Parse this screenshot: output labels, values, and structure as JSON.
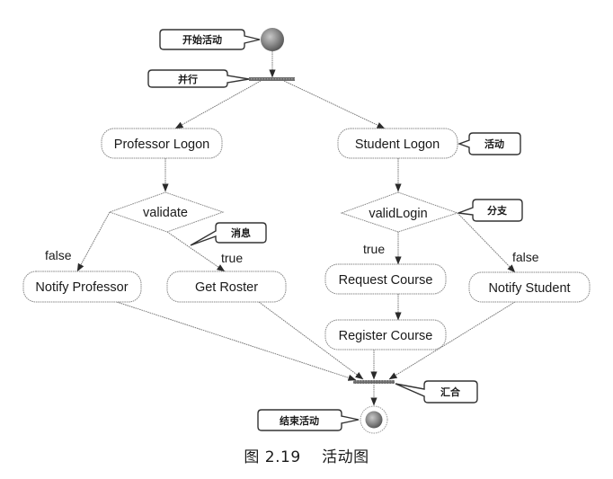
{
  "diagram": {
    "type": "UML activity diagram",
    "nodes": {
      "professor_logon": "Professor Logon",
      "student_logon": "Student Logon",
      "validate": "validate",
      "valid_login": "validLogin",
      "notify_professor": "Notify Professor",
      "get_roster": "Get Roster",
      "request_course": "Request Course",
      "register_course": "Register Course",
      "notify_student": "Notify Student"
    },
    "edge_labels": {
      "validate_false": "false",
      "validate_true": "true",
      "valid_login_true": "true",
      "valid_login_false": "false"
    },
    "callouts": {
      "start": "开始活动",
      "fork": "并行",
      "activity": "活动",
      "message": "消息",
      "branch": "分支",
      "join": "汇合",
      "end": "结束活动"
    },
    "edges": [
      {
        "from": "start",
        "to": "fork"
      },
      {
        "from": "fork",
        "to": "Professor Logon"
      },
      {
        "from": "fork",
        "to": "Student Logon"
      },
      {
        "from": "Professor Logon",
        "to": "validate"
      },
      {
        "from": "validate",
        "to": "Notify Professor",
        "label": "false"
      },
      {
        "from": "validate",
        "to": "Get Roster",
        "label": "true"
      },
      {
        "from": "Student Logon",
        "to": "validLogin"
      },
      {
        "from": "validLogin",
        "to": "Request Course",
        "label": "true"
      },
      {
        "from": "validLogin",
        "to": "Notify Student",
        "label": "false"
      },
      {
        "from": "Request Course",
        "to": "Register Course"
      },
      {
        "from": "Notify Professor",
        "to": "join"
      },
      {
        "from": "Get Roster",
        "to": "join"
      },
      {
        "from": "Register Course",
        "to": "join"
      },
      {
        "from": "Notify Student",
        "to": "join"
      },
      {
        "from": "join",
        "to": "end"
      }
    ]
  },
  "caption": {
    "figure_number": "图 2.19",
    "title": "活动图"
  }
}
